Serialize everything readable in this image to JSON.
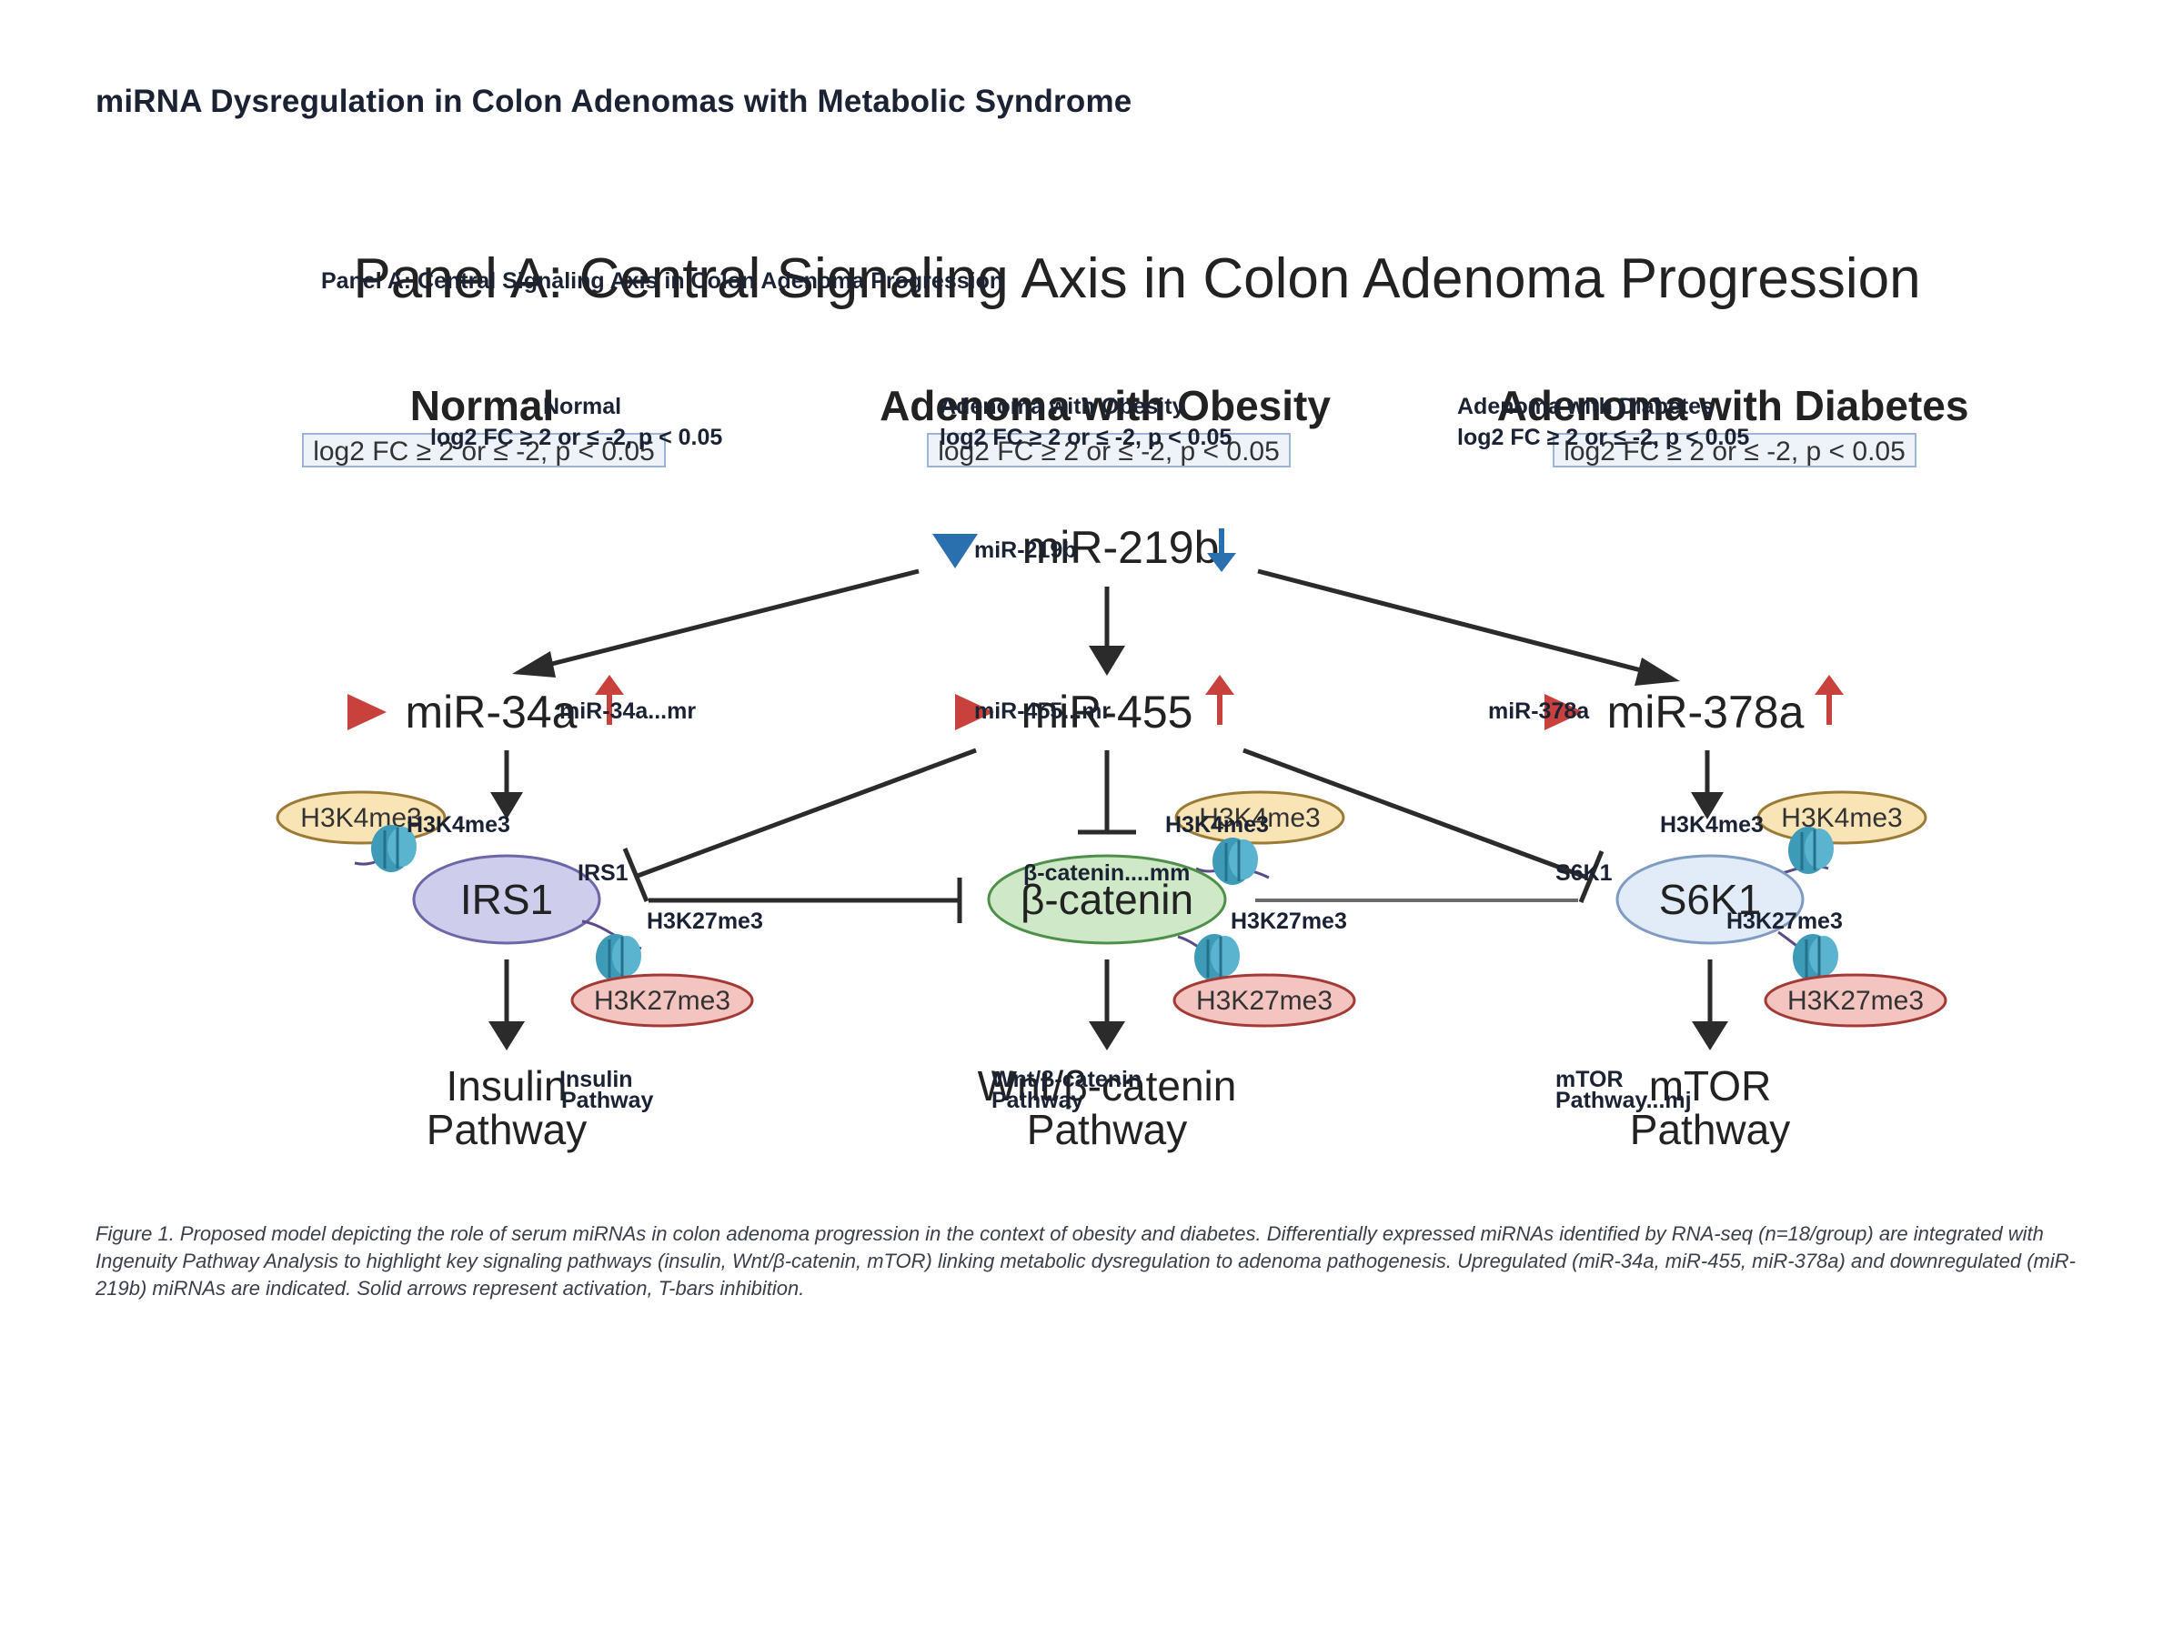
{
  "title": "miRNA Dysregulation in Colon Adenomas with Metabolic Syndrome",
  "panel_title": "Panel A: Central Signaling Axis in Colon Adenoma Progression",
  "overlay_panel_title": "Panel A: Central Signaling Axis in Colon Adenoma Progression",
  "columns": [
    {
      "name": "Normal",
      "criteria": "log2 FC ≥ 2 or ≤ -2, p < 0.05"
    },
    {
      "name": "Adenoma with Obesity",
      "criteria": "log2 FC ≥ 2 or ≤ -2, p < 0.05"
    },
    {
      "name": "Adenoma with Diabetes",
      "criteria": "log2 FC ≥ 2 or ≤ -2, p < 0.05"
    }
  ],
  "overlay_columns": [
    {
      "name": "Normal",
      "criteria": "log2 FC ≥ 2 or ≤ -2, p < 0.05"
    },
    {
      "name": "Adenoma with Obesity",
      "criteria": "log2 FC ≥ 2 or ≤ -2, p < 0.05"
    },
    {
      "name": "Adenoma with Diabetes",
      "criteria": "log2 FC ≥ 2 or ≤ -2, p < 0.05"
    }
  ],
  "mirnas": {
    "top": {
      "name": "miR-219b",
      "overlay": "miR-219b",
      "direction": "down"
    },
    "left": {
      "name": "miR-34a",
      "overlay": "miR-34a...mr",
      "direction": "up"
    },
    "center": {
      "name": "miR-455",
      "overlay": "miR-455...mr",
      "direction": "up"
    },
    "right": {
      "name": "miR-378a",
      "overlay": "miR-378a",
      "direction": "up"
    }
  },
  "targets": {
    "left": {
      "name": "IRS1",
      "overlay": "IRS1"
    },
    "center": {
      "name": "β-catenin",
      "overlay": "β-catenin....mm"
    },
    "right": {
      "name": "S6K1",
      "overlay": "S6K1"
    }
  },
  "histone_marks": {
    "active": "H3K4me3",
    "repressive": "H3K27me3"
  },
  "pathways": {
    "left": {
      "line1": "Insulin",
      "line2": "Pathway",
      "overlay1": "Insulin",
      "overlay2": "Pathway"
    },
    "center": {
      "line1": "Wnt/β-catenin",
      "line2": "Pathway",
      "overlay1": "Wnt/β-catenin",
      "overlay2": "Pathway"
    },
    "right": {
      "line1": "mTOR",
      "line2": "Pathway",
      "overlay1": "mTOR",
      "overlay2": "Pathway...mj"
    }
  },
  "caption": "Figure 1. Proposed model depicting the role of serum miRNAs in colon adenoma progression in the context of obesity and diabetes. Differentially expressed miRNAs identified by RNA-seq (n=18/group) are integrated with Ingenuity Pathway Analysis to highlight key signaling pathways (insulin, Wnt/β-catenin, mTOR) linking metabolic dysregulation to adenoma pathogenesis. Upregulated (miR-34a, miR-455, miR-378a) and downregulated (miR-219b) miRNAs are indicated. Solid arrows represent activation, T-bars inhibition.",
  "colors": {
    "up": "#c8413c",
    "down": "#2a6fae",
    "irs1_fill": "#cfcdec",
    "catenin_fill": "#cfe8c8",
    "s6k1_fill": "#e2ecf8",
    "h3k4_fill": "#f8e4b4",
    "h3k27_fill": "#f3c4c0",
    "nucleosome": "#3d9bb8"
  }
}
